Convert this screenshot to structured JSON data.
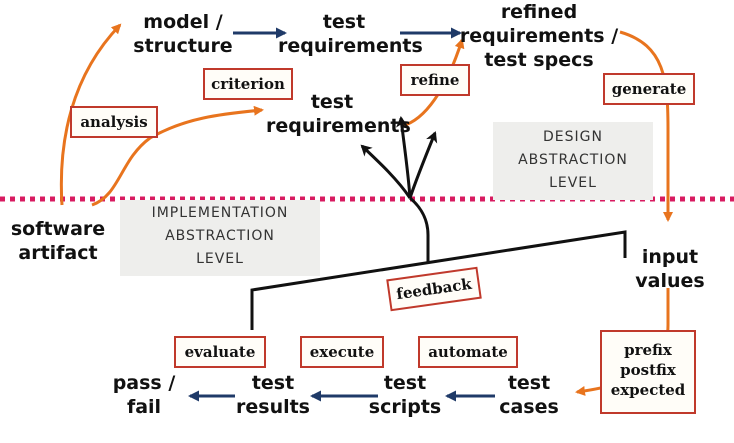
{
  "nodes": {
    "model_structure": [
      "model /",
      "structure"
    ],
    "test_requirements_top": [
      "test",
      "requirements"
    ],
    "refined": [
      "refined",
      "requirements /",
      "test specs"
    ],
    "test_requirements_mid": [
      "test",
      "requirements"
    ],
    "software_artifact": [
      "software",
      "artifact"
    ],
    "input_values": [
      "input",
      "values"
    ],
    "test_cases": [
      "test",
      "cases"
    ],
    "test_scripts": [
      "test",
      "scripts"
    ],
    "test_results": [
      "test",
      "results"
    ],
    "pass_fail": [
      "pass /",
      "fail"
    ]
  },
  "boxes": {
    "analysis": "analysis",
    "criterion": "criterion",
    "refine": "refine",
    "generate": "generate",
    "feedback": "feedback",
    "evaluate": "evaluate",
    "execute": "execute",
    "automate": "automate",
    "prefix_postfix_expected": [
      "prefix",
      "postfix",
      "expected"
    ]
  },
  "levels": {
    "design": [
      "DESIGN",
      "ABSTRACTION",
      "LEVEL"
    ],
    "implementation": [
      "IMPLEMENTATION",
      "ABSTRACTION",
      "LEVEL"
    ]
  },
  "colors": {
    "orange_arrow": "#e8741e",
    "blue_arrow": "#1f3a68",
    "divider": "#d81b60",
    "box_border": "#c0392b"
  }
}
